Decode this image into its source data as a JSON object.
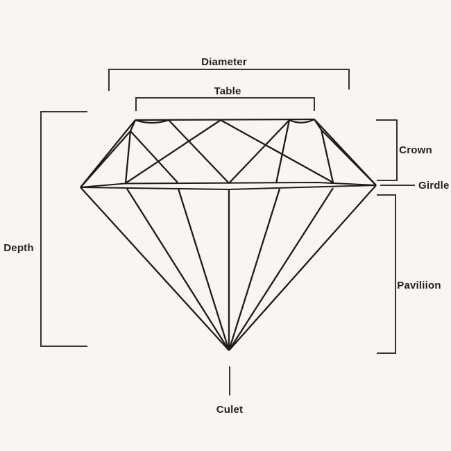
{
  "labels": {
    "diameter": "Diameter",
    "table": "Table",
    "crown": "Crown",
    "girdle": "Girdle",
    "depth": "Depth",
    "pavilion": "Paviliion",
    "culet": "Culet"
  },
  "colors": {
    "background": "#f8f5f3",
    "line": "#1c1c1c",
    "text": "#231f20"
  }
}
